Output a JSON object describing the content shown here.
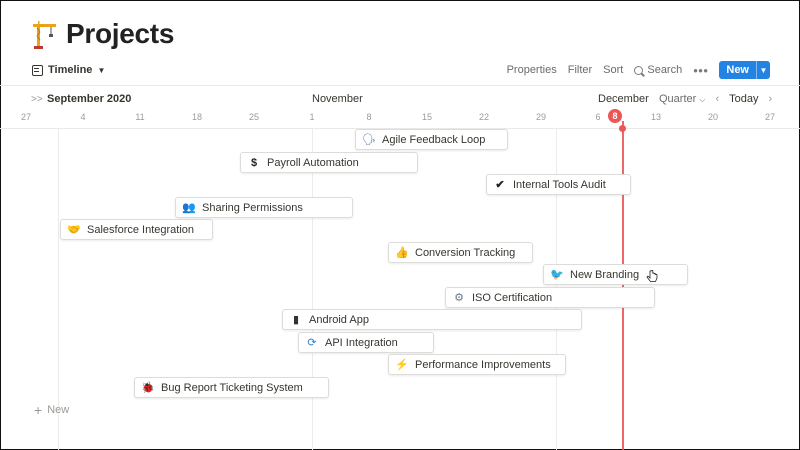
{
  "page": {
    "title": "Projects",
    "title_icon": "construction-crane-icon"
  },
  "toolbar": {
    "view_label": "Timeline",
    "properties_label": "Properties",
    "filter_label": "Filter",
    "sort_label": "Sort",
    "search_label": "Search",
    "more_label": "•••",
    "new_label": "New",
    "accent_color": "#2383e2"
  },
  "timeline": {
    "months": [
      "September 2020",
      "November",
      "December"
    ],
    "day_ticks": [
      "27",
      "4",
      "11",
      "18",
      "25",
      "1",
      "8",
      "15",
      "22",
      "29",
      "6",
      "8",
      "13",
      "20",
      "27"
    ],
    "today_day": "8",
    "today_color": "#eb5757",
    "zoom_label": "Quarter",
    "today_label": "Today",
    "add_label": "New"
  },
  "projects": [
    {
      "name": "Agile Feedback Loop",
      "icon": "speaking-head-icon"
    },
    {
      "name": "Payroll Automation",
      "icon": "dollar-sign-icon"
    },
    {
      "name": "Internal Tools Audit",
      "icon": "check-mark-icon"
    },
    {
      "name": "Sharing Permissions",
      "icon": "people-icon"
    },
    {
      "name": "Salesforce Integration",
      "icon": "handshake-icon"
    },
    {
      "name": "Conversion Tracking",
      "icon": "thumbs-up-icon"
    },
    {
      "name": "New Branding",
      "icon": "bird-icon"
    },
    {
      "name": "ISO Certification",
      "icon": "gear-icon"
    },
    {
      "name": "Android App",
      "icon": "mobile-phone-icon"
    },
    {
      "name": "API Integration",
      "icon": "refresh-icon"
    },
    {
      "name": "Performance Improvements",
      "icon": "lightning-icon"
    },
    {
      "name": "Bug Report Ticketing System",
      "icon": "ladybug-icon"
    }
  ]
}
